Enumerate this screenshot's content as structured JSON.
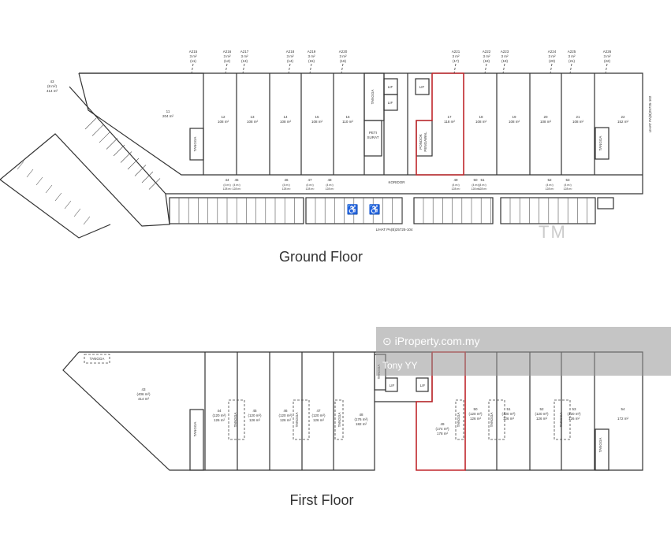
{
  "ground_floor": {
    "title": "Ground Floor",
    "units": [
      {
        "no": "11",
        "area": "204 m²"
      },
      {
        "no": "12",
        "area": "108 m²"
      },
      {
        "no": "13",
        "area": "108 m²"
      },
      {
        "no": "14",
        "area": "108 m²"
      },
      {
        "no": "15",
        "area": "108 m²"
      },
      {
        "no": "16",
        "area": "110 m²"
      },
      {
        "no": "17",
        "area": "118 m²"
      },
      {
        "no": "18",
        "area": "108 m²"
      },
      {
        "no": "19",
        "area": "108 m²"
      },
      {
        "no": "20",
        "area": "108 m²"
      },
      {
        "no": "21",
        "area": "108 m²"
      },
      {
        "no": "22",
        "area": "152 m²"
      }
    ],
    "accessory": [
      {
        "code": "A215",
        "area": "3 m²",
        "ref": "(11)"
      },
      {
        "code": "A216",
        "area": "3 m²",
        "ref": "(12)"
      },
      {
        "code": "A217",
        "area": "3 m²",
        "ref": "(13)"
      },
      {
        "code": "A218",
        "area": "3 m²",
        "ref": "(14)"
      },
      {
        "code": "A219",
        "area": "3 m²",
        "ref": "(15)"
      },
      {
        "code": "A220",
        "area": "3 m²",
        "ref": "(16)"
      },
      {
        "code": "A221",
        "area": "3 m²",
        "ref": "(17)"
      },
      {
        "code": "A222",
        "area": "3 m²",
        "ref": "(18)"
      },
      {
        "code": "A223",
        "area": "3 m²",
        "ref": "(19)"
      },
      {
        "code": "A224",
        "area": "3 m²",
        "ref": "(20)"
      },
      {
        "code": "A225",
        "area": "3 m²",
        "ref": "(21)"
      },
      {
        "code": "A226",
        "area": "3 m²",
        "ref": "(22)"
      }
    ],
    "unit_43": {
      "no": "43",
      "sub": "(8 m²)",
      "area": "414 m²"
    },
    "tangga": "TANGGA",
    "lif": "LIF",
    "per_surat": [
      "PETI",
      "SURAT"
    ],
    "pondok": [
      "PONDOK",
      "PENGAWAL"
    ],
    "koridor": "KORIDOR",
    "lihat_bottom": "LIHAT PA(B)25725-104",
    "lihat_right": "LIHAT PA(B)25725-102",
    "lower_refs": [
      "44",
      "45",
      "46",
      "47",
      "48",
      "49",
      "50",
      "51",
      "52",
      "53"
    ],
    "lower_sub": "(4 m²)",
    "lower_area": "128 m²"
  },
  "first_floor": {
    "title": "First Floor",
    "units": [
      {
        "no": "43",
        "sub": "(406 m²)",
        "area": "414 m²"
      },
      {
        "no": "44",
        "sub": "(120 m²)",
        "area": "126 m²"
      },
      {
        "no": "45",
        "sub": "(120 m²)",
        "area": "126 m²"
      },
      {
        "no": "46",
        "sub": "(120 m²)",
        "area": "126 m²"
      },
      {
        "no": "47",
        "sub": "(120 m²)",
        "area": "126 m²"
      },
      {
        "no": "48",
        "sub": "(176 m²)",
        "area": "182 m²"
      },
      {
        "no": "49",
        "sub": "(174 m²)",
        "area": "178 m²"
      },
      {
        "no": "50",
        "sub": "(120 m²)",
        "area": "126 m²"
      },
      {
        "no": "51",
        "sub": "(120 m²)",
        "area": "126 m²"
      },
      {
        "no": "52",
        "sub": "(120 m²)",
        "area": "126 m²"
      },
      {
        "no": "53",
        "sub": "(120 m²)",
        "area": "126 m²"
      },
      {
        "no": "54",
        "sub": "",
        "area": "172 m²"
      }
    ],
    "tangga": "TANGGA",
    "lif": "LIF"
  },
  "watermark": {
    "site": "iProperty.com.my",
    "user": "Tony YY",
    "tm": "TM"
  },
  "colors": {
    "highlight": "#c0262b",
    "line": "#333333"
  }
}
